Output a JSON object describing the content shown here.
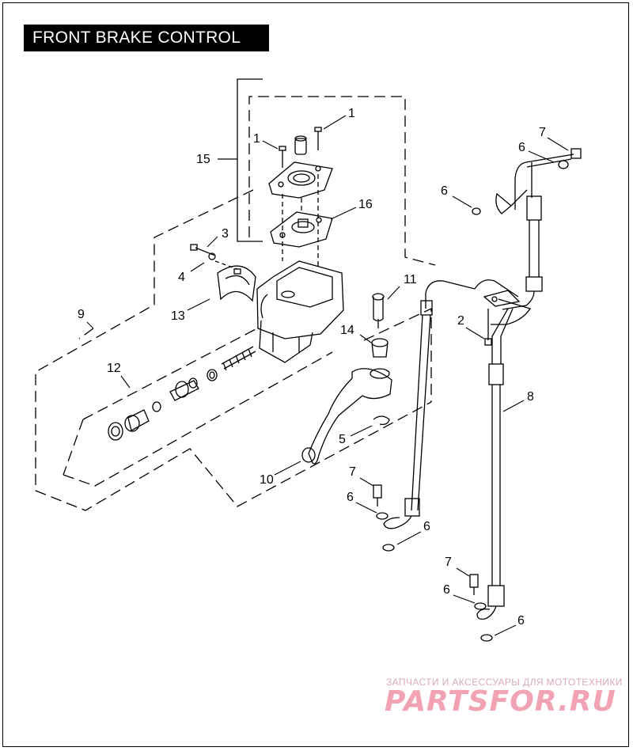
{
  "title": "FRONT BRAKE CONTROL",
  "callouts": {
    "c1a": "1",
    "c1b": "1",
    "c2": "2",
    "c3": "3",
    "c4": "4",
    "c5": "5",
    "c6a": "6",
    "c6b": "6",
    "c6c": "6",
    "c6d": "6",
    "c6e": "6",
    "c6f": "6",
    "c7a": "7",
    "c7b": "7",
    "c7c": "7",
    "c8": "8",
    "c9": "9",
    "c10": "10",
    "c11": "11",
    "c12": "12",
    "c13": "13",
    "c14": "14",
    "c15": "15",
    "c16": "16"
  },
  "watermark": {
    "tagline": "ЗАПЧАСТИ И АКСЕССУАРЫ ДЛЯ МОТОТЕХНИКИ",
    "logo": "PARTSFOR.RU"
  },
  "colors": {
    "line": "#000000",
    "watermark": "#f2a3b3"
  }
}
